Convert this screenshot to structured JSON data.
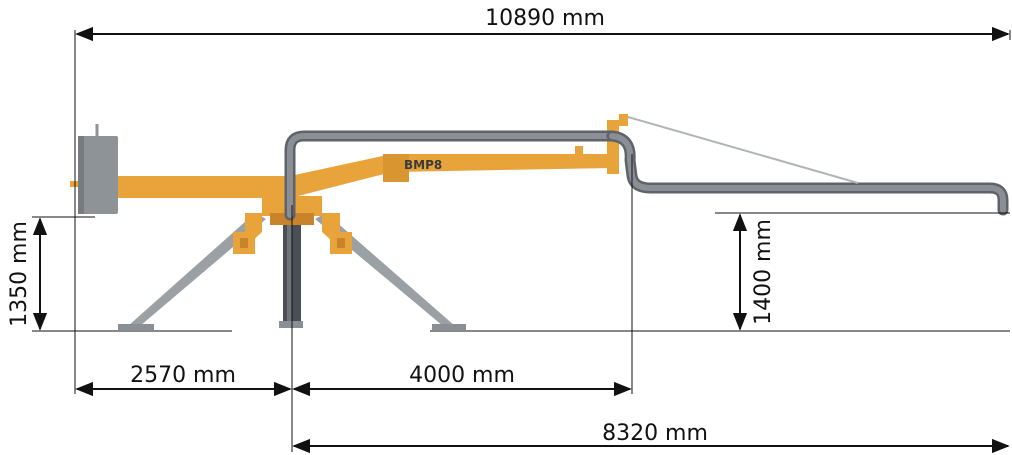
{
  "diagram": {
    "model_label": "BMP8",
    "dimensions": {
      "total_length": "10890 mm",
      "rear_section": "2570 mm",
      "first_boom": "4000 mm",
      "reach": "8320 mm",
      "base_height": "1350 mm",
      "outlet_height": "1400 mm"
    },
    "colors": {
      "boom": "#E8A33A",
      "boom_dark": "#C9832A",
      "pipe": "#8A8F95",
      "pipe_dark": "#5E6369",
      "counterweight": "#8E9398",
      "legs": "#9BA0A5",
      "dimension": "#111111"
    }
  }
}
